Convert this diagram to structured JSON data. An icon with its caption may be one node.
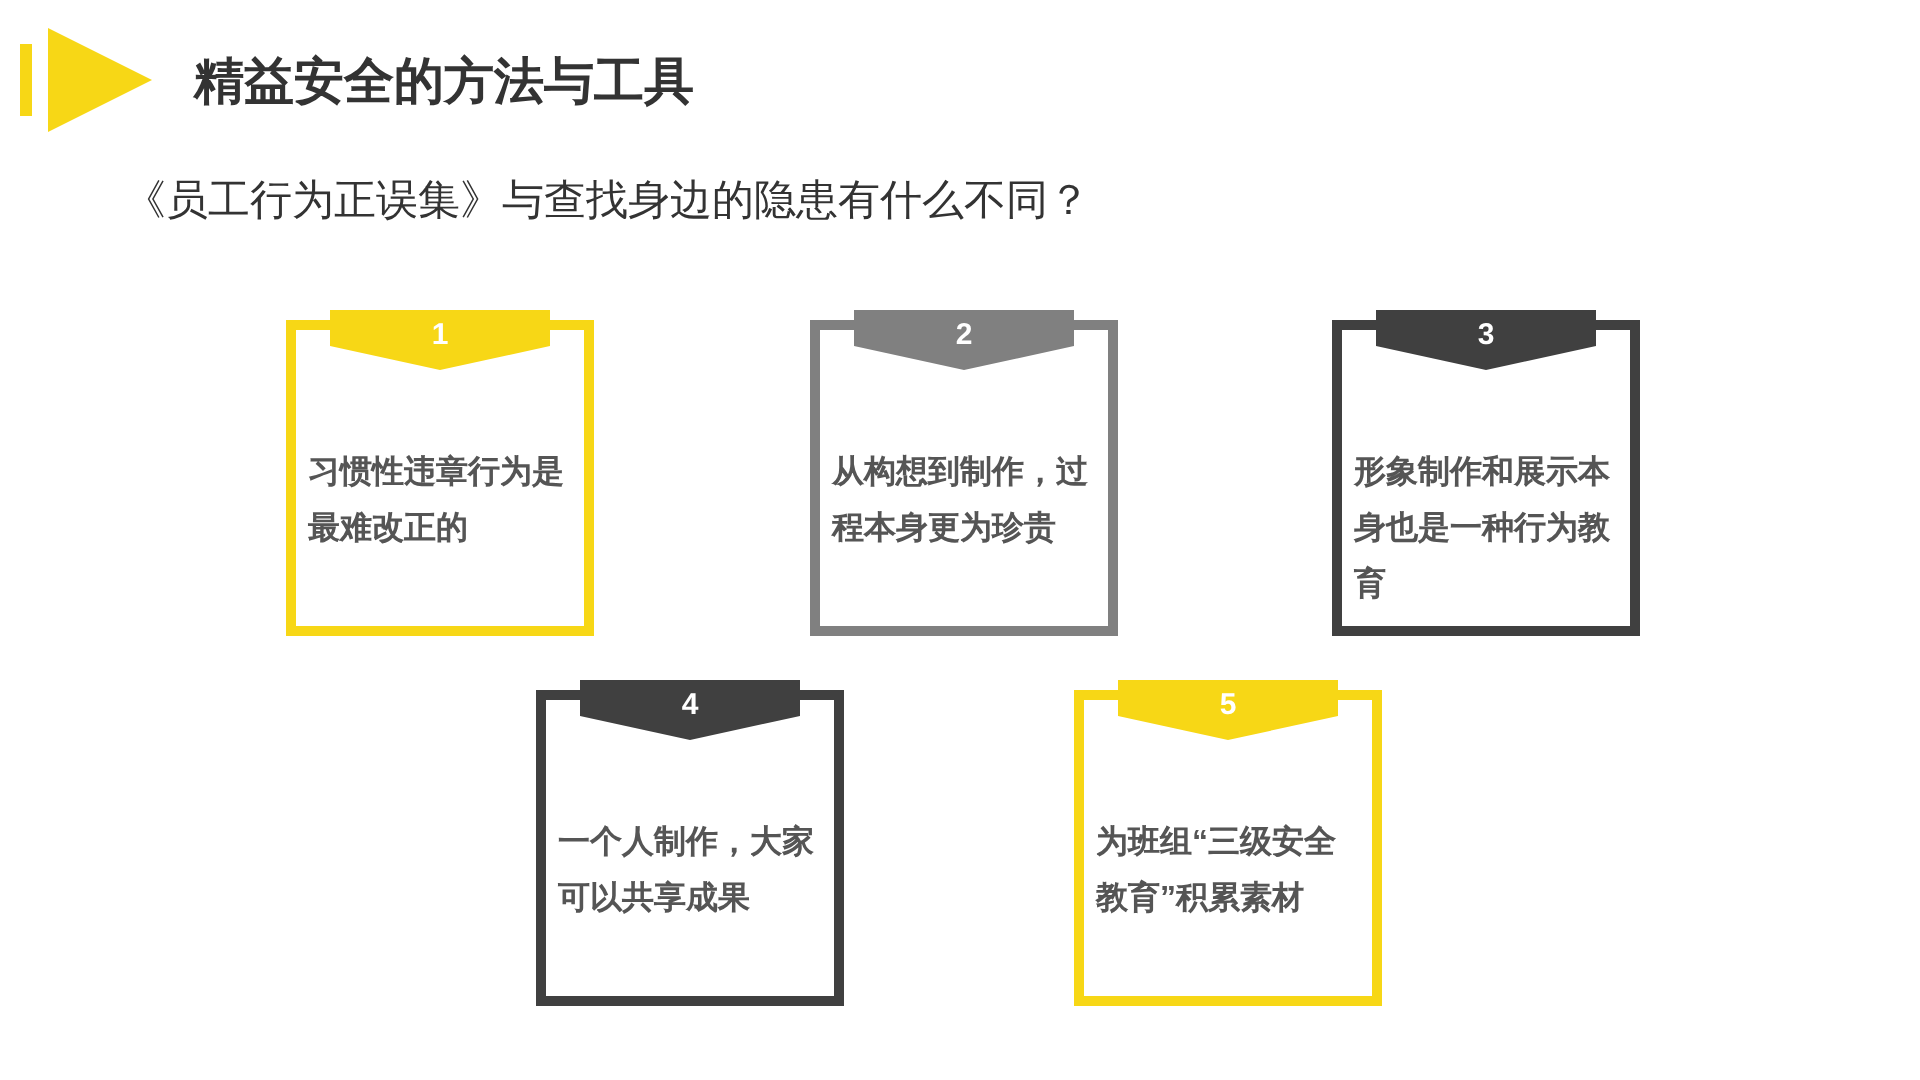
{
  "diagram": {
    "title": "精益安全的方法与工具",
    "nodes": [
      {
        "text": [
          "1",
          "习惯性违章行为是最难改正的"
        ]
      },
      {
        "text": [
          "2",
          "从构想到制作，过程本身更为珍贵"
        ]
      },
      {
        "text": [
          "3",
          "形象制作和展示本身也是一种行为教育"
        ]
      },
      {
        "text": [
          "4",
          "一个人制作，大家可以共享成果"
        ]
      },
      {
        "text": [
          "5",
          "为班组“三级安全教育”积累素材"
        ]
      }
    ],
    "labels": [
      "《员工行为正误集》与查找身边的隐患有什么不同？"
    ]
  }
}
